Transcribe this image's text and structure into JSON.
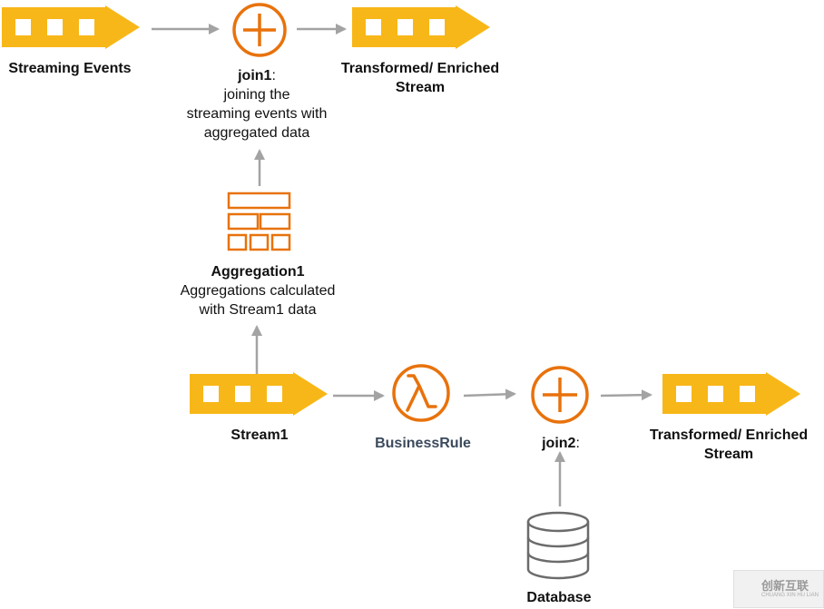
{
  "colors": {
    "stream_yellow": "#F8B718",
    "join_orange": "#E8720C",
    "arrow_gray": "#a3a3a3",
    "database_gray": "#6b6b6b",
    "rule_text": "#3b4a5c"
  },
  "icons": {
    "stream": "stream-arrow-icon",
    "join": "plus-circle-icon",
    "aggregation": "brick-table-icon",
    "lambda": "lambda-icon",
    "database": "database-cylinder-icon"
  },
  "nodes": {
    "streaming_events": {
      "label": "Streaming Events"
    },
    "join1": {
      "name": "join1",
      "colon": ":",
      "desc_line1": "joining the",
      "desc_line2": "streaming events with",
      "desc_line3": "aggregated data"
    },
    "output1": {
      "line1": "Transformed/ Enriched",
      "line2": "Stream"
    },
    "aggregation1": {
      "name": "Aggregation1",
      "desc_line1": "Aggregations calculated",
      "desc_line2": "with Stream1 data"
    },
    "stream1": {
      "label": "Stream1"
    },
    "business_rule": {
      "label": "BusinessRule"
    },
    "join2": {
      "name": "join2",
      "colon": ":"
    },
    "output2": {
      "line1": "Transformed/ Enriched",
      "line2": "Stream"
    },
    "database": {
      "label": "Database"
    }
  },
  "watermark": {
    "text": "创新互联",
    "sub": "CHUANG XIN HU LIAN"
  }
}
